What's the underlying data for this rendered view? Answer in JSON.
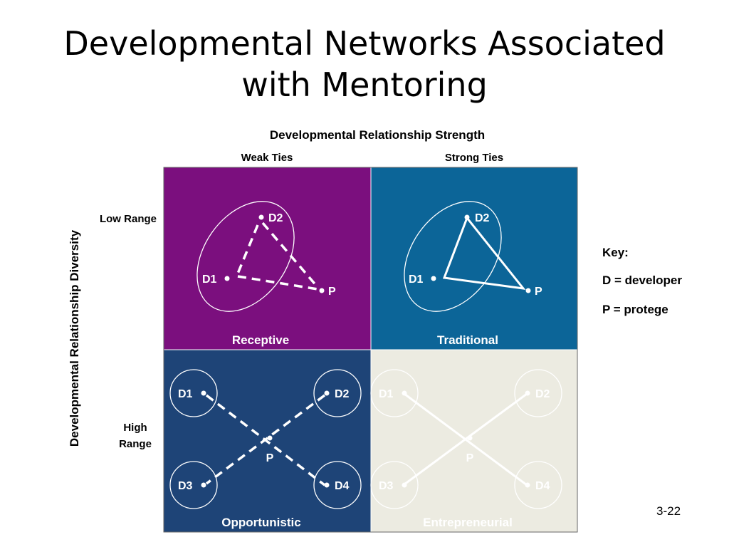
{
  "title": {
    "line1": "Developmental Networks Associated",
    "line2": "with Mentoring"
  },
  "axes": {
    "x_label": "Developmental Relationship Strength",
    "x_weak": "Weak Ties",
    "x_strong": "Strong Ties",
    "y_label": "Developmental Relationship Diversity",
    "y_low": "Low Range",
    "y_high_line1": "High",
    "y_high_line2": "Range"
  },
  "quadrants": {
    "receptive": {
      "name": "Receptive",
      "color": "#7b0f7e",
      "nodes": {
        "d1": "D1",
        "d2": "D2",
        "p": "P"
      }
    },
    "traditional": {
      "name": "Traditional",
      "color": "#0c6598",
      "nodes": {
        "d1": "D1",
        "d2": "D2",
        "p": "P"
      }
    },
    "opportunistic": {
      "name": "Opportunistic",
      "color": "#1e4477",
      "nodes": {
        "d1": "D1",
        "d2": "D2",
        "d3": "D3",
        "d4": "D4",
        "p": "P"
      }
    },
    "entrepreneurial": {
      "name": "Entrepreneurial",
      "color": "#ecebe1",
      "nodes": {
        "d1": "D1",
        "d2": "D2",
        "d3": "D3",
        "d4": "D4",
        "p": "P"
      }
    }
  },
  "key": {
    "heading": "Key:",
    "d": "D = developer",
    "p": "P = protege"
  },
  "page_number": "3-22"
}
